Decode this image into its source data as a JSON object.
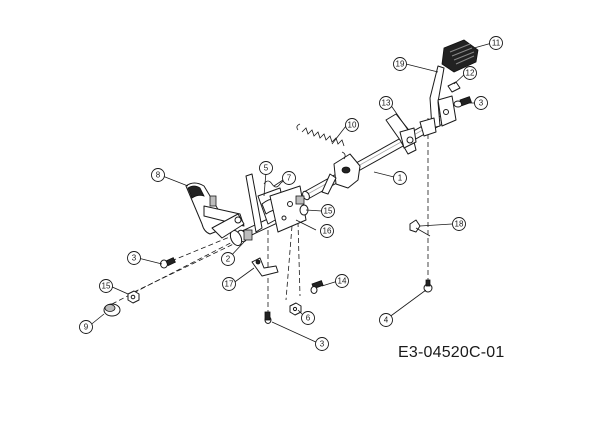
{
  "drawing_code": "E3-04520C-01",
  "callouts": [
    "1",
    "2",
    "3",
    "4",
    "5",
    "6",
    "7",
    "8",
    "9",
    "10",
    "11",
    "12",
    "13",
    "14",
    "15",
    "16",
    "17",
    "18",
    "19"
  ],
  "callout_labels": [
    "1",
    "2",
    "3",
    "3",
    "3",
    "4",
    "5",
    "6",
    "7",
    "8",
    "9",
    "10",
    "11",
    "12",
    "13",
    "14",
    "15",
    "15",
    "16",
    "17",
    "18",
    "19"
  ]
}
